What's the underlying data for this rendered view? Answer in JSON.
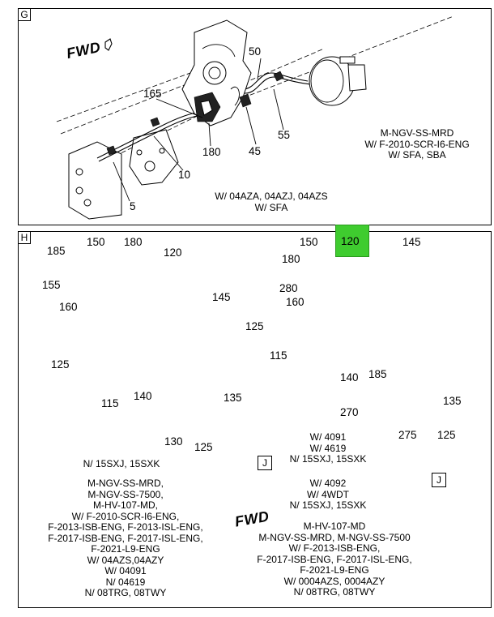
{
  "panel_g": {
    "tag": "G",
    "fwd": "FWD",
    "callouts": [
      "50",
      "165",
      "180",
      "10",
      "45",
      "55",
      "5"
    ],
    "note_main": [
      "M-NGV-SS-MRD",
      "W/ F-2010-SCR-I6-ENG",
      "W/ SFA, SBA"
    ],
    "note_bottom": [
      "W/ 04AZA, 04AZJ, 04AZS",
      "W/ SFA"
    ]
  },
  "panel_h": {
    "tag": "H",
    "highlight_callout": "120",
    "left_callouts": [
      "185",
      "150",
      "180",
      "120",
      "155",
      "145",
      "160",
      "125",
      "115",
      "140",
      "135",
      "130",
      "125"
    ],
    "right_callouts": [
      "150",
      "145",
      "180",
      "280",
      "160",
      "125",
      "115",
      "140",
      "185",
      "270",
      "135",
      "275",
      "125"
    ],
    "j_label_left": "J",
    "j_label_right": "J",
    "fwd": "FWD",
    "left_note_top": "N/ 15SXJ, 15SXK",
    "left_note_main": [
      "M-NGV-SS-MRD,",
      "M-NGV-SS-7500,",
      "M-HV-107-MD,",
      "W/ F-2010-SCR-I6-ENG,",
      "F-2013-ISB-ENG, F-2013-ISL-ENG,",
      "F-2017-ISB-ENG, F-2017-ISL-ENG,",
      "F-2021-L9-ENG",
      "W/ 04AZS,04AZY",
      "W/ 04091",
      "N/ 04619",
      "N/ 08TRG, 08TWY"
    ],
    "right_note_1": [
      "W/ 4091",
      "W/ 4619",
      "N/ 15SXJ, 15SXK"
    ],
    "right_note_2": [
      "W/ 4092",
      "W/ 4WDT",
      "N/ 15SXJ, 15SXK"
    ],
    "right_note_3": [
      "M-HV-107-MD",
      "M-NGV-SS-MRD, M-NGV-SS-7500",
      "W/ F-2013-ISB-ENG,",
      "F-2017-ISB-ENG, F-2017-ISL-ENG,",
      "F-2021-L9-ENG",
      "W/ 0004AZS, 0004AZY",
      "N/ 08TRG, 08TWY"
    ]
  }
}
